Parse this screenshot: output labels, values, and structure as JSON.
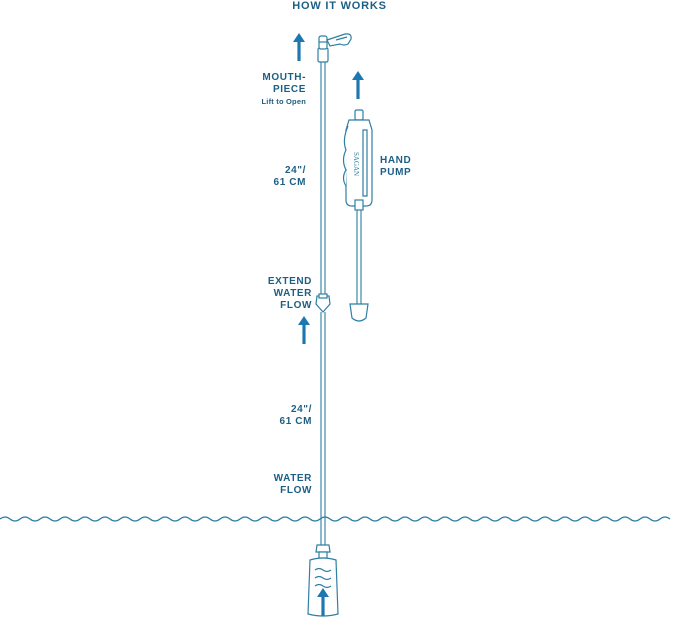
{
  "title": "HOW IT WORKS",
  "labels": {
    "mouthpiece_line1": "MOUTH-",
    "mouthpiece_line2": "PIECE",
    "mouthpiece_hint": "Lift to Open",
    "length_top_line1": "24\"/",
    "length_top_line2": "61 CM",
    "hand_pump_line1": "HAND",
    "hand_pump_line2": "PUMP",
    "extend_line1": "EXTEND",
    "extend_line2": "WATER",
    "extend_line3": "FLOW",
    "length_bottom_line1": "24\"/",
    "length_bottom_line2": "61 CM",
    "water_flow_line1": "WATER",
    "water_flow_line2": "FLOW"
  },
  "pump_brand": "SAGAN",
  "colors": {
    "line": "#2f7fa3",
    "arrow": "#1e78b0",
    "text": "#1d5f84",
    "background": "#ffffff"
  },
  "icons": [
    "up-arrow-icon",
    "mouthpiece-icon",
    "hand-pump-icon",
    "connector-icon",
    "filter-icon",
    "water-surface-icon"
  ]
}
